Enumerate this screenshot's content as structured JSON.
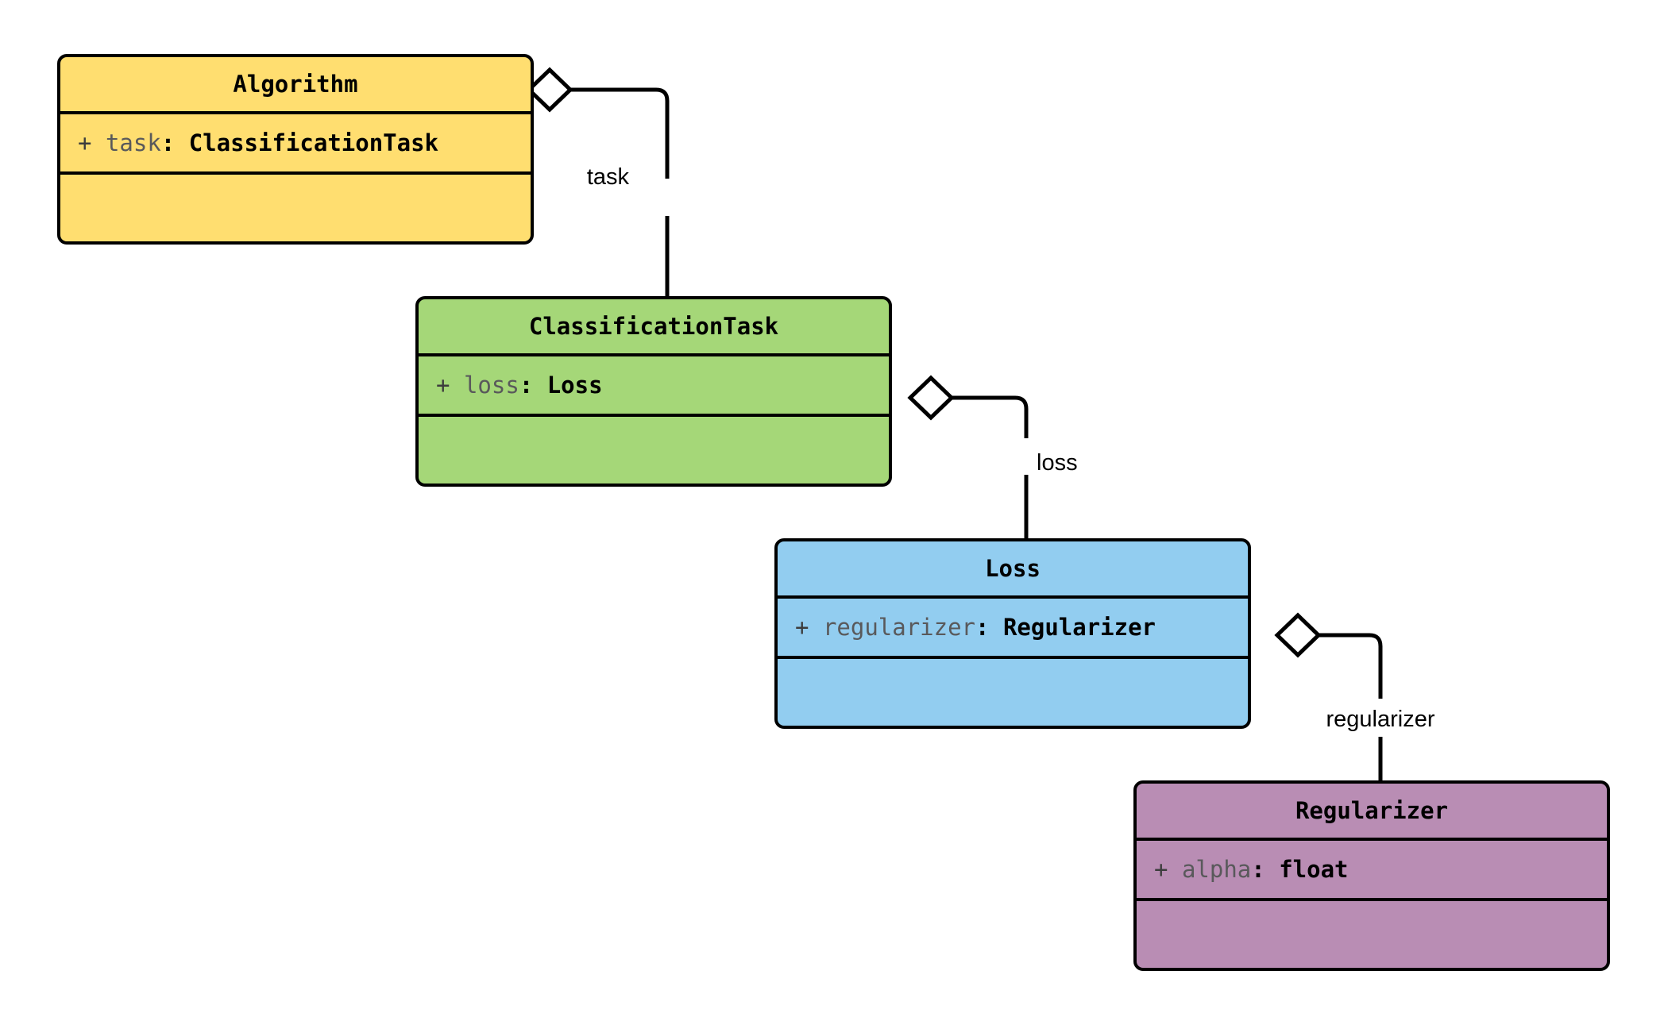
{
  "diagram": {
    "kind": "uml-class-diagram",
    "relationship_type": "aggregation",
    "background_color": "#ffffff",
    "border_color": "#000000"
  },
  "classes": [
    {
      "id": "algorithm",
      "name": "Algorithm",
      "fill_color": "#FFDE70",
      "attribute": {
        "visibility": "+",
        "name": "task",
        "separator": ":",
        "type": "ClassificationTask"
      },
      "methods": []
    },
    {
      "id": "classification-task",
      "name": "ClassificationTask",
      "fill_color": "#A5D778",
      "attribute": {
        "visibility": "+",
        "name": "loss",
        "separator": ":",
        "type": "Loss"
      },
      "methods": []
    },
    {
      "id": "loss",
      "name": "Loss",
      "fill_color": "#92CDF0",
      "attribute": {
        "visibility": "+",
        "name": "regularizer",
        "separator": ":",
        "type": "Regularizer"
      },
      "methods": []
    },
    {
      "id": "regularizer",
      "name": "Regularizer",
      "fill_color": "#B98DB4",
      "attribute": {
        "visibility": "+",
        "name": "alpha",
        "separator": ":",
        "type": "float"
      },
      "methods": []
    }
  ],
  "edges": [
    {
      "id": "edge-task",
      "label": "task",
      "from": "Algorithm",
      "to": "ClassificationTask",
      "marker": "hollow-diamond"
    },
    {
      "id": "edge-loss",
      "label": "loss",
      "from": "ClassificationTask",
      "to": "Loss",
      "marker": "hollow-diamond"
    },
    {
      "id": "edge-regularizer",
      "label": "regularizer",
      "from": "Loss",
      "to": "Regularizer",
      "marker": "hollow-diamond"
    }
  ]
}
